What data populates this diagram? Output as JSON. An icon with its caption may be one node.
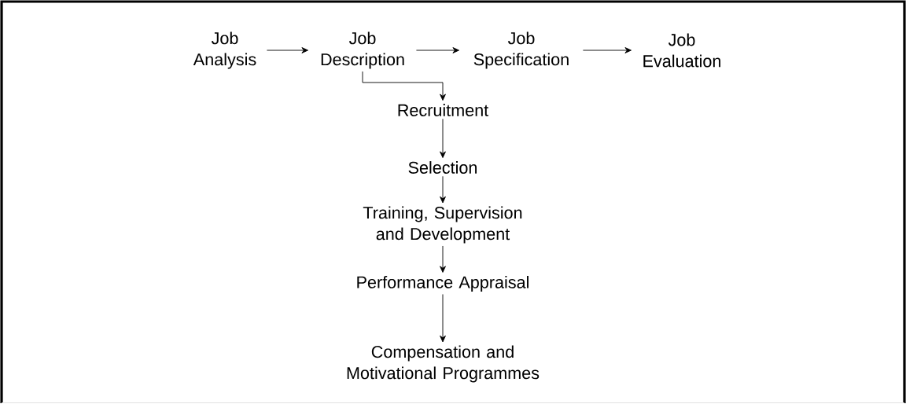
{
  "diagram": {
    "nodes": [
      {
        "text": [
          "Job Analysis"
        ]
      },
      {
        "text": [
          "Job Description"
        ]
      },
      {
        "text": [
          "Job Specification"
        ]
      },
      {
        "text": [
          "Job Evaluation"
        ]
      },
      {
        "text": [
          "Recruitment"
        ]
      },
      {
        "text": [
          "Selection"
        ]
      },
      {
        "text": [
          "Training, Supervision and Development"
        ]
      },
      {
        "text": [
          "Performance Appraisal"
        ]
      },
      {
        "text": [
          "Compensation and Motivational Programmes"
        ]
      }
    ],
    "edges": [
      {
        "from": 0,
        "to": 1,
        "arrow": "to"
      },
      {
        "from": 1,
        "to": 2,
        "arrow": "to"
      },
      {
        "from": 2,
        "to": 3,
        "arrow": "to"
      },
      {
        "from": 1,
        "to": 4,
        "arrow": "to"
      },
      {
        "from": 4,
        "to": 5,
        "arrow": "to"
      },
      {
        "from": 5,
        "to": 6,
        "arrow": "to"
      },
      {
        "from": 6,
        "to": 7,
        "arrow": "to"
      },
      {
        "from": 7,
        "to": 8,
        "arrow": "to"
      }
    ]
  }
}
